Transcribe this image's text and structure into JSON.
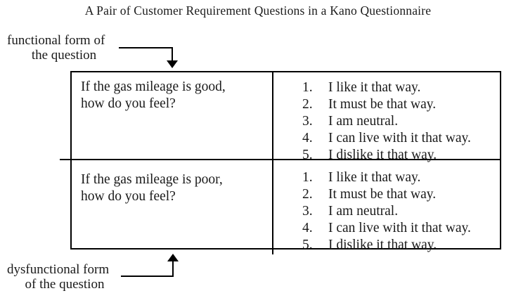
{
  "title": "A Pair of Customer Requirement Questions in a Kano Questionnaire",
  "labels": {
    "functional": {
      "line1": "functional form of",
      "line2": "the question"
    },
    "dysfunctional": {
      "line1": "dysfunctional form",
      "line2": "of the question"
    }
  },
  "table": {
    "rows": [
      {
        "question": {
          "line1": "If the gas mileage is good,",
          "line2": "how do you feel?"
        },
        "options": [
          {
            "num": "1.",
            "text": "I like it that way."
          },
          {
            "num": "2.",
            "text": "It must be that way."
          },
          {
            "num": "3.",
            "text": "I am neutral."
          },
          {
            "num": "4.",
            "text": "I can live with it that way."
          },
          {
            "num": "5.",
            "text": "I dislike it that way."
          }
        ]
      },
      {
        "question": {
          "line1": "If the gas mileage is poor,",
          "line2": "how do you feel?"
        },
        "options": [
          {
            "num": "1.",
            "text": "I like it that way."
          },
          {
            "num": "2.",
            "text": "It must be that way."
          },
          {
            "num": "3.",
            "text": "I am neutral."
          },
          {
            "num": "4.",
            "text": "I can live with it that way."
          },
          {
            "num": "5.",
            "text": "I dislike it that way."
          }
        ]
      }
    ]
  },
  "colors": {
    "text": "#1a1a1a",
    "line": "#000000",
    "background": "#ffffff"
  }
}
